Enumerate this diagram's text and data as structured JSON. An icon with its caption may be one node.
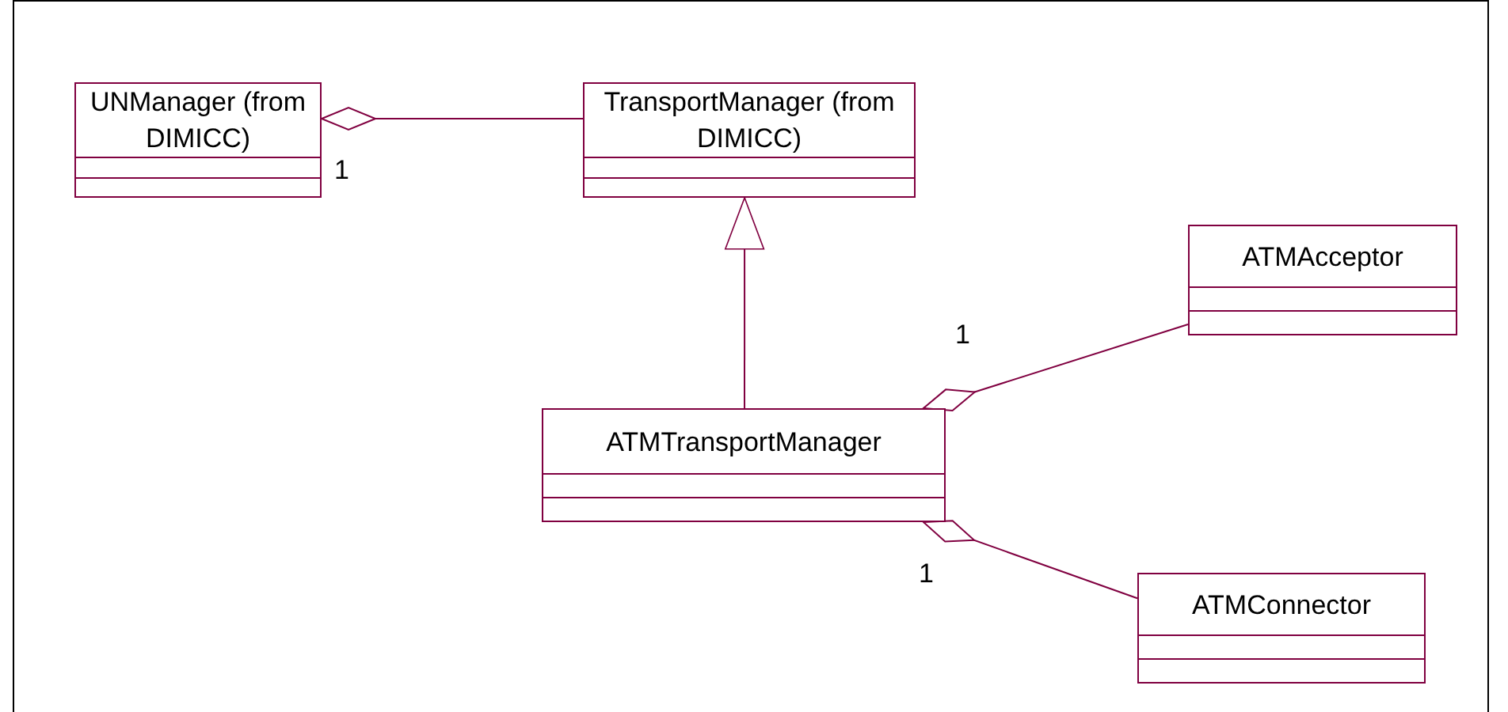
{
  "diagram": {
    "nodes": [
      {
        "text": [
          "UNManager (from DIMICC)"
        ]
      },
      {
        "text": [
          "TransportManager (from DIMICC)"
        ]
      },
      {
        "text": [
          "ATMAcceptor"
        ]
      },
      {
        "text": [
          "ATMTransportManager"
        ]
      },
      {
        "text": [
          "ATMConnector"
        ]
      }
    ],
    "edges": [
      {
        "from": 0,
        "to": 1,
        "arrow": "other",
        "label": "1"
      },
      {
        "from": 3,
        "to": 1,
        "arrow": "to"
      },
      {
        "from": 3,
        "to": 2,
        "arrow": "other",
        "label": "1"
      },
      {
        "from": 3,
        "to": 4,
        "arrow": "other",
        "label": "1"
      }
    ]
  }
}
